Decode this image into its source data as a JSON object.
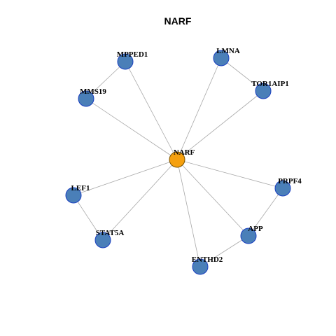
{
  "title": "NARF",
  "colors": {
    "hub_fill": "#f5a00f",
    "hub_stroke": "#7a5200",
    "node_fill": "#4a7fb8",
    "node_stroke": "#1a3fc0",
    "edge": "#a8a8a8"
  },
  "nodes": [
    {
      "id": "NARF",
      "label": "NARF",
      "hub": true
    },
    {
      "id": "MPPED1",
      "label": "MPPED1"
    },
    {
      "id": "LMNA",
      "label": "LMNA"
    },
    {
      "id": "TOR1AIP1",
      "label": "TOR1AIP1"
    },
    {
      "id": "MMS19",
      "label": "MMS19"
    },
    {
      "id": "PRPF4",
      "label": "PRPF4"
    },
    {
      "id": "LEF1",
      "label": "LEF1"
    },
    {
      "id": "APP",
      "label": "APP"
    },
    {
      "id": "STAT5A",
      "label": "STAT5A"
    },
    {
      "id": "ENTHD2",
      "label": "ENTHD2"
    }
  ],
  "edges": [
    [
      "NARF",
      "MPPED1"
    ],
    [
      "NARF",
      "LMNA"
    ],
    [
      "NARF",
      "TOR1AIP1"
    ],
    [
      "NARF",
      "MMS19"
    ],
    [
      "NARF",
      "PRPF4"
    ],
    [
      "NARF",
      "LEF1"
    ],
    [
      "NARF",
      "APP"
    ],
    [
      "NARF",
      "STAT5A"
    ],
    [
      "NARF",
      "ENTHD2"
    ],
    [
      "MPPED1",
      "MMS19"
    ],
    [
      "LMNA",
      "TOR1AIP1"
    ],
    [
      "PRPF4",
      "APP"
    ],
    [
      "APP",
      "ENTHD2"
    ],
    [
      "LEF1",
      "STAT5A"
    ]
  ]
}
